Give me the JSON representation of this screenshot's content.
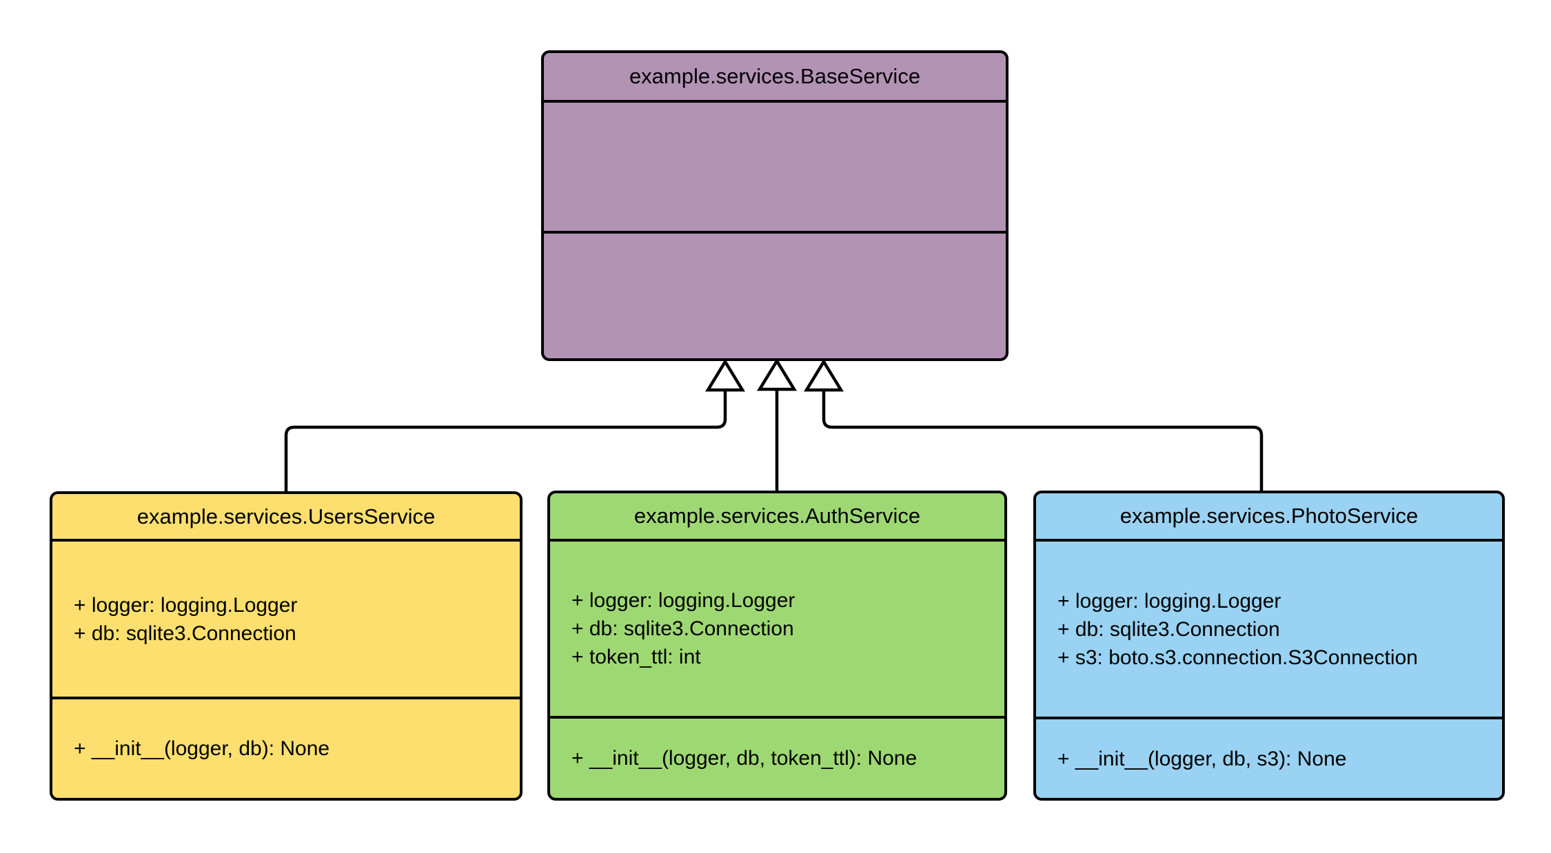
{
  "diagram": {
    "background_color": "#ffffff",
    "line_color": "#000000",
    "classes": {
      "base": {
        "title": "example.services.BaseService",
        "fill": "#b293b4",
        "attributes": [],
        "methods": []
      },
      "users": {
        "title": "example.services.UsersService",
        "fill": "#fcdf6e",
        "attributes": [
          "+ logger: logging.Logger",
          "+ db: sqlite3.Connection"
        ],
        "methods": [
          "+ __init__(logger, db): None"
        ]
      },
      "auth": {
        "title": "example.services.AuthService",
        "fill": "#9ed873",
        "attributes": [
          "+ logger: logging.Logger",
          "+ db: sqlite3.Connection",
          "+ token_ttl: int"
        ],
        "methods": [
          "+ __init__(logger, db, token_ttl): None"
        ]
      },
      "photo": {
        "title": "example.services.PhotoService",
        "fill": "#99d2f2",
        "attributes": [
          "+ logger: logging.Logger",
          "+ db: sqlite3.Connection",
          "+ s3: boto.s3.connection.S3Connection"
        ],
        "methods": [
          "+ __init__(logger, db, s3): None"
        ]
      }
    },
    "relations": [
      {
        "from": "example.services.UsersService",
        "to": "example.services.BaseService",
        "type": "inheritance"
      },
      {
        "from": "example.services.AuthService",
        "to": "example.services.BaseService",
        "type": "inheritance"
      },
      {
        "from": "example.services.PhotoService",
        "to": "example.services.BaseService",
        "type": "inheritance"
      }
    ]
  }
}
